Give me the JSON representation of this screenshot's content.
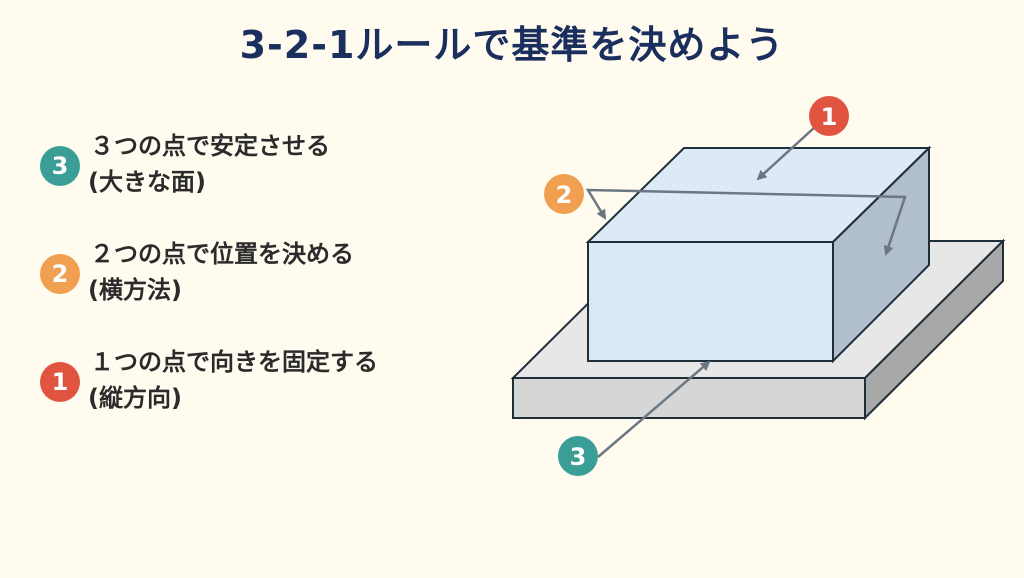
{
  "title": "3-2-1ルールで基準を決めよう",
  "legend": [
    {
      "number": "3",
      "color": "#3a9e96",
      "line1": "３つの点で安定させる",
      "line2": "(大きな面)"
    },
    {
      "number": "2",
      "color": "#f0a050",
      "line1": "２つの点で位置を決める",
      "line2": "(横方法)"
    },
    {
      "number": "1",
      "color": "#e05440",
      "line1": "１つの点で向きを固定する",
      "line2": "(縦方向)"
    }
  ],
  "diagram": {
    "markers": [
      {
        "number": "1",
        "color": "#e05440"
      },
      {
        "number": "2",
        "color": "#f0a050"
      },
      {
        "number": "3",
        "color": "#3a9e96"
      }
    ],
    "colors": {
      "box_top": "#dde9f4",
      "box_front": "#dae8f5",
      "box_side": "#b1bfcc",
      "base_top": "#e7e7e7",
      "base_front": "#d6d6d6",
      "base_side": "#a8a8a8",
      "outline": "#1f2f3a",
      "arrow": "#6b7782"
    }
  }
}
